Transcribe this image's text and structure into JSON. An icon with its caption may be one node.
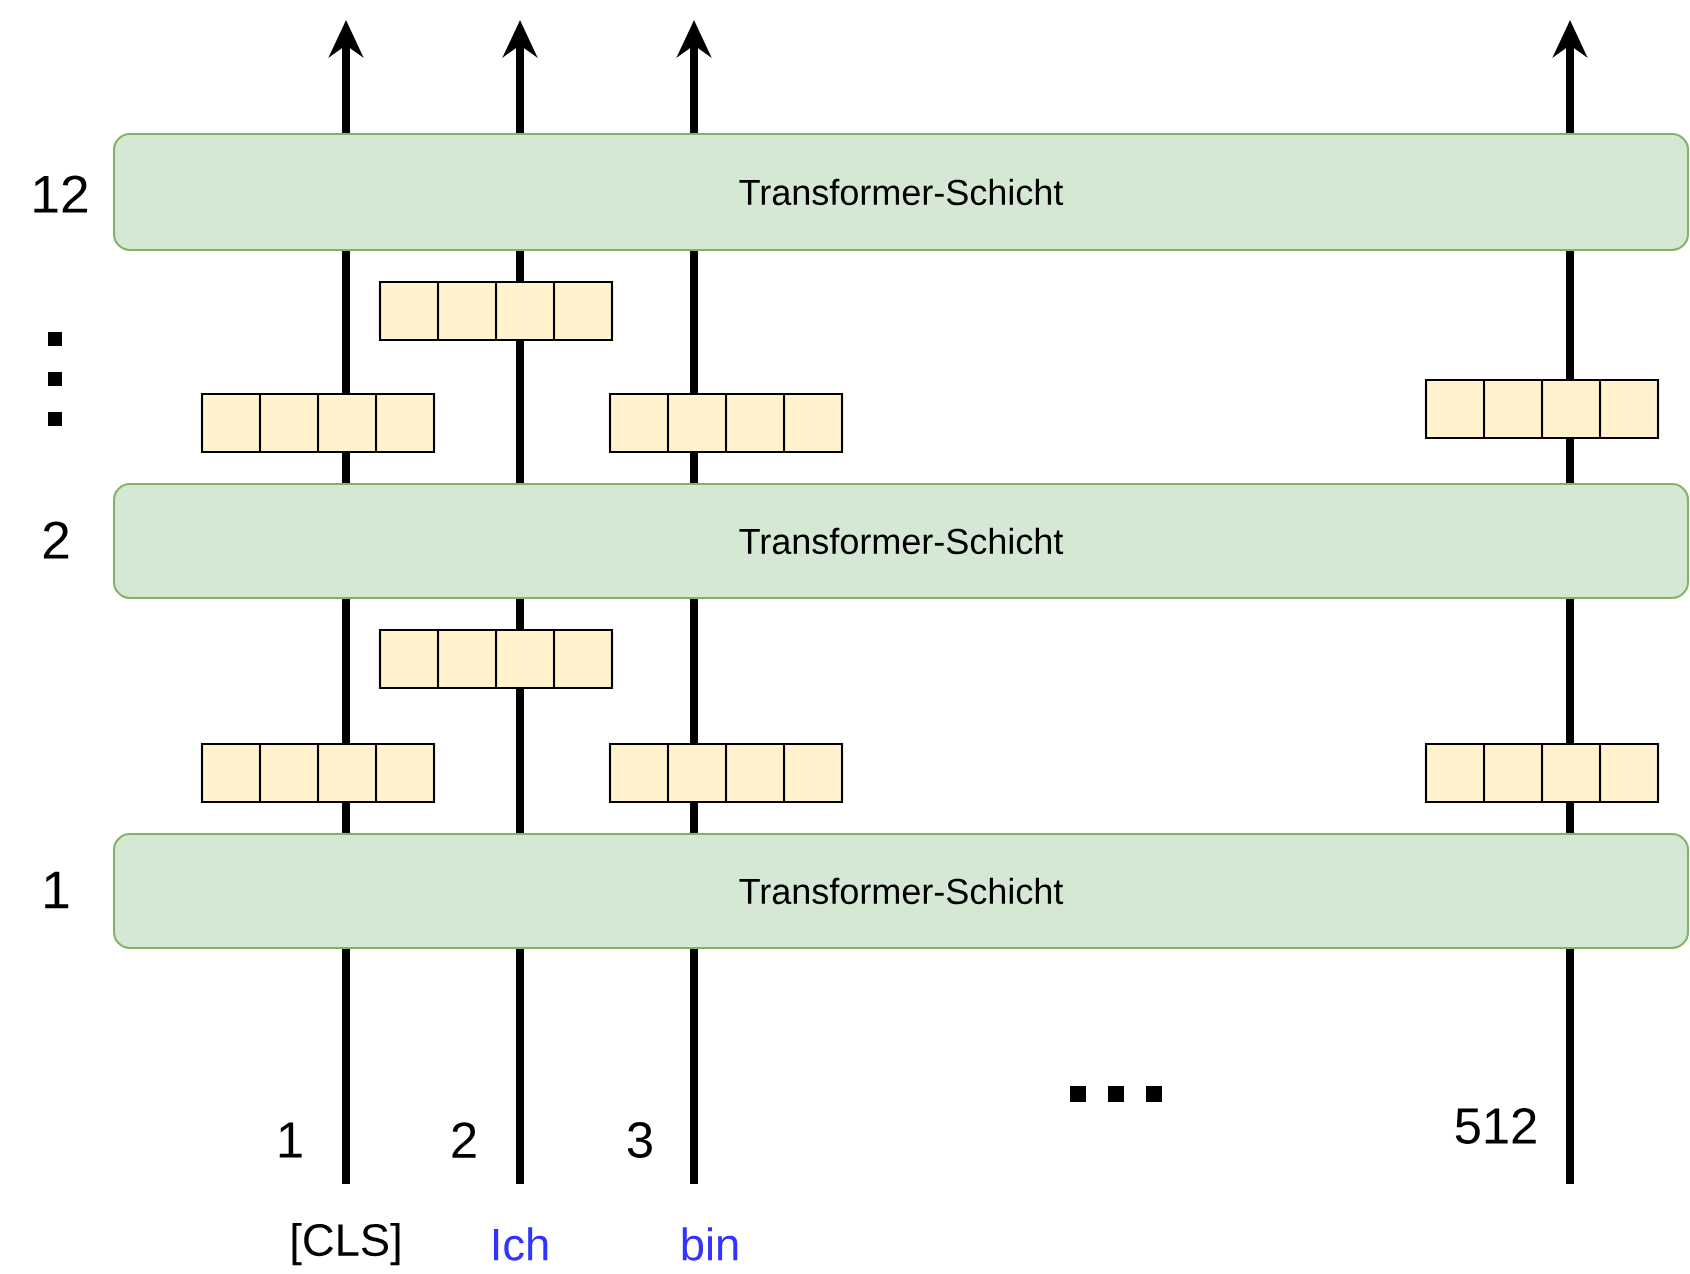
{
  "diagram": {
    "nodes": [
      {
        "text": [
          "Transformer-Schicht"
        ],
        "beside": [
          "12"
        ]
      },
      {
        "text": [],
        "shape": "box"
      },
      {
        "text": [],
        "shape": "box"
      },
      {
        "text": [],
        "shape": "box"
      },
      {
        "text": [],
        "shape": "box"
      },
      {
        "text": [
          "Transformer-Schicht"
        ],
        "beside": [
          "2"
        ]
      },
      {
        "text": [],
        "shape": "box"
      },
      {
        "text": [],
        "shape": "box"
      },
      {
        "text": [],
        "shape": "box"
      },
      {
        "text": [],
        "shape": "box"
      },
      {
        "text": [
          "Transformer-Schicht"
        ],
        "beside": [
          "1"
        ]
      }
    ],
    "labels": [
      "1",
      "2",
      "3",
      "512",
      "[CLS]",
      "Ich",
      "bin"
    ]
  }
}
